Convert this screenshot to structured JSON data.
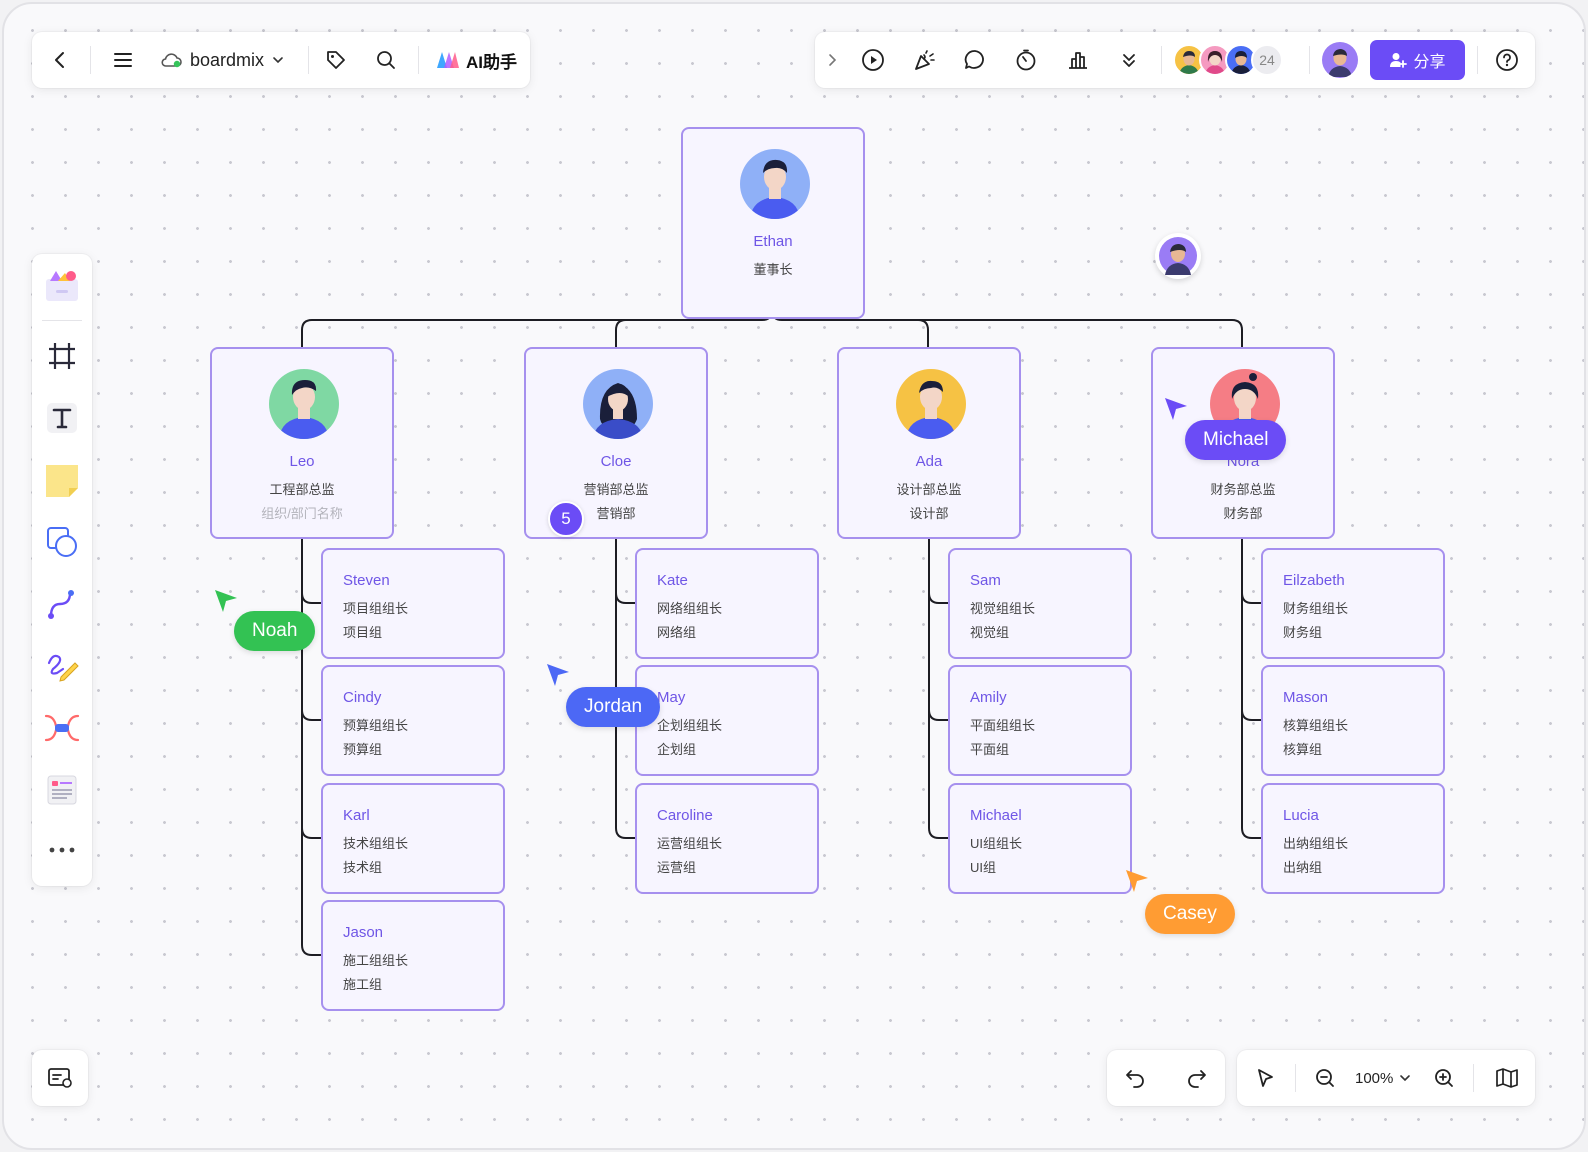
{
  "app": {
    "workspace_name": "boardmix",
    "ai_label": "AI助手",
    "share_label": "分享",
    "collaborator_count": "24",
    "zoom_level": "100%",
    "accent_color": "#6b4cf6"
  },
  "org": {
    "root": {
      "name": "Ethan",
      "role": "董事长"
    },
    "managers": [
      {
        "name": "Leo",
        "role": "工程部总监",
        "dept": "组织/部门名称"
      },
      {
        "name": "Cloe",
        "role": "营销部总监",
        "dept": "营销部"
      },
      {
        "name": "Ada",
        "role": "设计部总监",
        "dept": "设计部"
      },
      {
        "name": "Nora",
        "role": "财务部总监",
        "dept": "财务部"
      }
    ],
    "teams": [
      [
        {
          "name": "Steven",
          "role": "项目组组长",
          "dept": "项目组"
        },
        {
          "name": "Cindy",
          "role": "预算组组长",
          "dept": "预算组"
        },
        {
          "name": "Karl",
          "role": "技术组组长",
          "dept": "技术组"
        },
        {
          "name": "Jason",
          "role": "施工组组长",
          "dept": "施工组"
        }
      ],
      [
        {
          "name": "Kate",
          "role": "网络组组长",
          "dept": "网络组"
        },
        {
          "name": "May",
          "role": "企划组组长",
          "dept": "企划组"
        },
        {
          "name": "Caroline",
          "role": "运营组组长",
          "dept": "运营组"
        }
      ],
      [
        {
          "name": "Sam",
          "role": "视觉组组长",
          "dept": "视觉组"
        },
        {
          "name": "Amily",
          "role": "平面组组长",
          "dept": "平面组"
        },
        {
          "name": "Michael",
          "role": "UI组组长",
          "dept": "UI组"
        }
      ],
      [
        {
          "name": "Eilzabeth",
          "role": "财务组组长",
          "dept": "财务组"
        },
        {
          "name": "Mason",
          "role": "核算组组长",
          "dept": "核算组"
        },
        {
          "name": "Lucia",
          "role": "出纳组组长",
          "dept": "出纳组"
        }
      ]
    ]
  },
  "cursors": [
    {
      "name": "Noah",
      "color": "#33c253"
    },
    {
      "name": "Jordan",
      "color": "#4c68f5"
    },
    {
      "name": "Michael",
      "color": "#6b4cf6"
    },
    {
      "name": "Casey",
      "color": "#ff9c33"
    }
  ],
  "comment_badge": "5"
}
